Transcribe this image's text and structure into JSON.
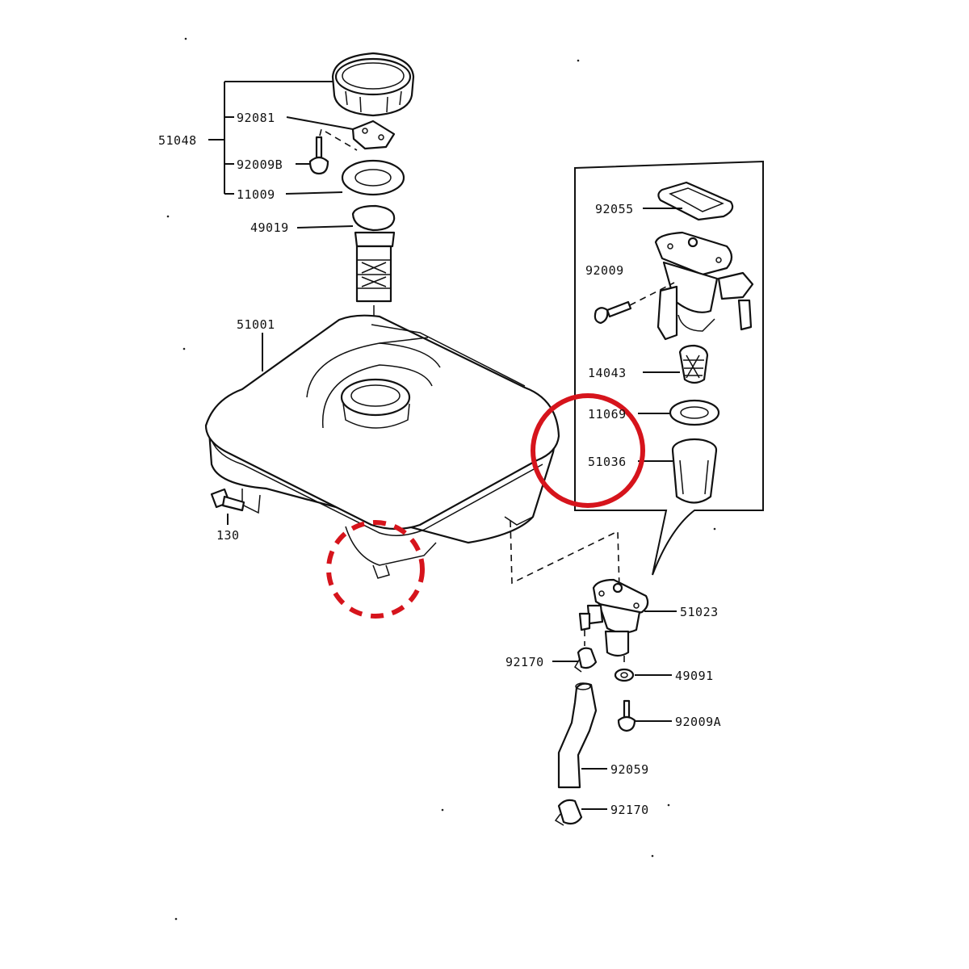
{
  "labels": {
    "p51048": "51048",
    "p92081": "92081",
    "p92009B": "92009B",
    "p11009": "11009",
    "p49019": "49019",
    "p51001": "51001",
    "p130": "130",
    "p92055": "92055",
    "p92009": "92009",
    "p14043": "14043",
    "p11069": "11069",
    "p51036": "51036",
    "p51023": "51023",
    "p92170a": "92170",
    "p49091": "49091",
    "p92009A": "92009A",
    "p92059": "92059",
    "p92170b": "92170"
  },
  "markers": {
    "solid_circle_color": "#d6141c",
    "dashed_circle_color": "#d6141c"
  }
}
